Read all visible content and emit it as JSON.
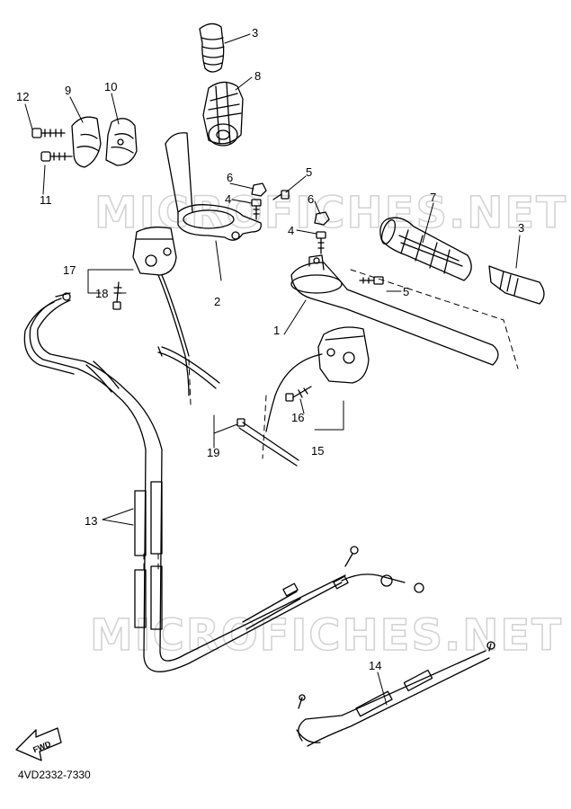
{
  "watermark": "MICROFICHES.NET",
  "fwd_label": "FWD",
  "diagram_code": "4VD2332-7330",
  "callouts": {
    "c1": "1",
    "c2": "2",
    "c3a": "3",
    "c3b": "3",
    "c4a": "4",
    "c4b": "4",
    "c5a": "5",
    "c5b": "5",
    "c6a": "6",
    "c6b": "6",
    "c7": "7",
    "c8": "8",
    "c9": "9",
    "c10": "10",
    "c11": "11",
    "c12": "12",
    "c13": "13",
    "c14": "14",
    "c15": "15",
    "c16": "16",
    "c17": "17",
    "c18": "18",
    "c19": "19"
  }
}
